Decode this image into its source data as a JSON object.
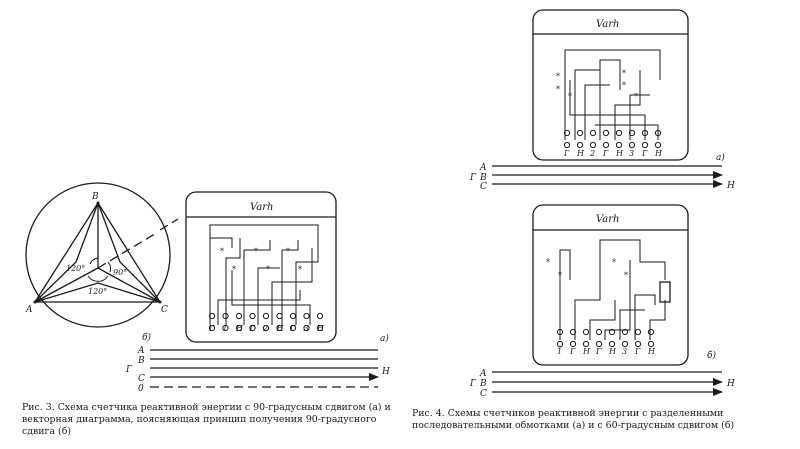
{
  "fig3": {
    "meter_title": "Varh",
    "sub_a": "а)",
    "sub_b": "б)",
    "phase_A": "A",
    "phase_G": "Г",
    "phase_B": "B",
    "phase_C": "C",
    "phase_0": "0",
    "out_H": "Н",
    "term_labels": [
      "Г",
      "1",
      "Н",
      "Г",
      "2",
      "Н",
      "Г",
      "3",
      "Н"
    ],
    "vector": {
      "vertex_B": "B",
      "vertex_A": "A",
      "vertex_C": "C",
      "angle_top": "120°",
      "angle_right": "90°",
      "angle_bottom": "120°"
    },
    "caption": "Рис. 3. Схема счетчика реактивной энергии с 90-градусным сдвигом (а) и векторная диаграмма, поясняющая принцип получения 90-градусного сдвига (б)"
  },
  "fig4": {
    "meter_title_a": "Varh",
    "meter_title_b": "Varh",
    "sub_a": "а)",
    "sub_b": "б)",
    "phase_A": "A",
    "phase_G": "Г",
    "phase_B": "B",
    "phase_C": "C",
    "out_H": "Н",
    "term_labels": [
      "Г",
      "Н",
      "2",
      "Г",
      "Н",
      "3",
      "Г",
      "Н"
    ],
    "term_labels_b": [
      "1",
      "Г",
      "Н",
      "Г",
      "Н",
      "3",
      "Г",
      "Н"
    ],
    "caption": "Рис. 4. Схемы счетчиков реактивной энергии с разделенными последовательными обмотками (а) и с 60-градусным сдвигом (б)"
  },
  "colors": {
    "ink": "#1a1a1a",
    "paper": "#ffffff"
  }
}
